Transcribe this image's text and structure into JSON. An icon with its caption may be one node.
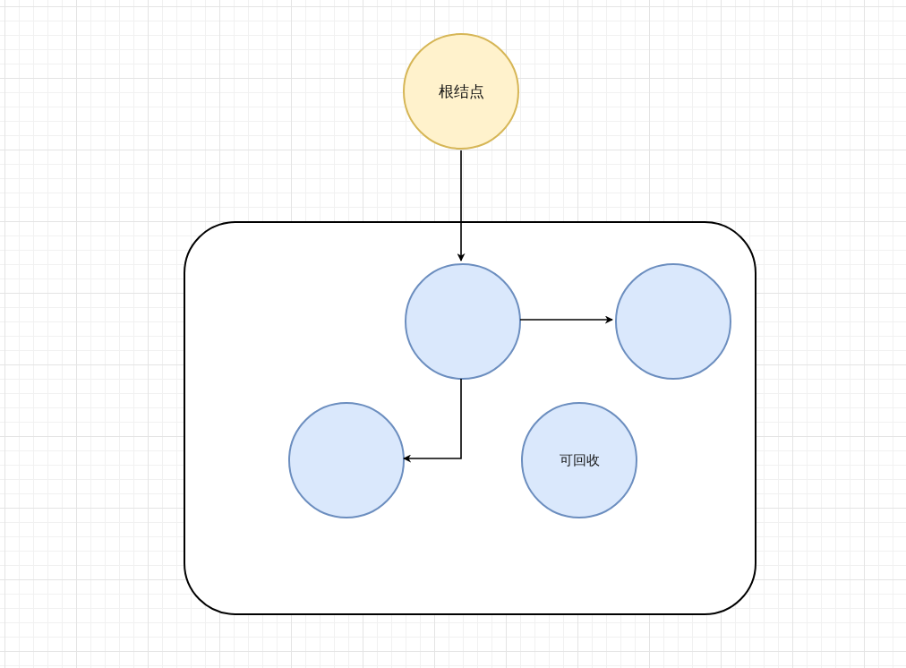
{
  "diagram": {
    "nodes": [
      {
        "text": [
          "根结点"
        ]
      },
      {
        "text": [],
        "shape": "box"
      },
      {
        "text": [],
        "shape": "circle",
        "in": 1
      },
      {
        "text": [],
        "shape": "circle",
        "in": 1
      },
      {
        "text": [],
        "shape": "circle",
        "in": 1
      },
      {
        "text": [
          "可回收"
        ],
        "in": 1
      }
    ],
    "edges": [
      {
        "from": 0,
        "to": 2,
        "arrow": "to"
      },
      {
        "from": 2,
        "to": 3,
        "arrow": "to"
      },
      {
        "from": 2,
        "to": 4,
        "arrow": "to"
      }
    ]
  }
}
